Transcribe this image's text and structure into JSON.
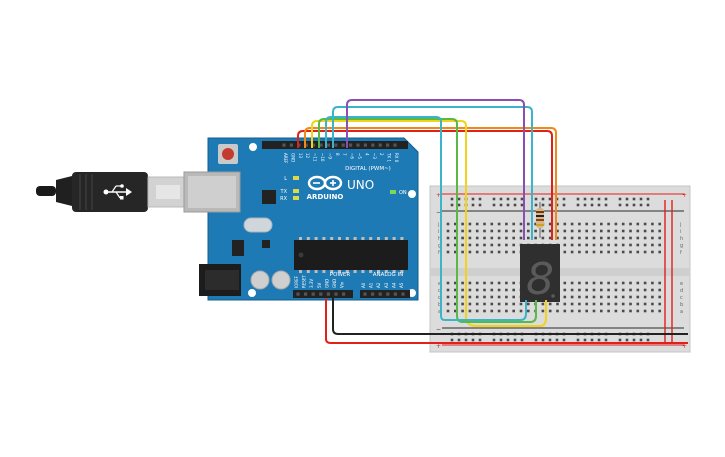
{
  "arduino": {
    "brand": "ARDUINO",
    "model": "UNO",
    "on_label": "ON",
    "l_label": "L",
    "tx_label": "TX",
    "rx_label": "RX",
    "digital_header": "DIGITAL (PWM~)",
    "power_header": "POWER",
    "analog_header": "ANALOG IN",
    "digital_pins": [
      "AREF",
      "GND",
      "13",
      "12",
      "~11",
      "~10",
      "~9",
      "8",
      "7",
      "~6",
      "~5",
      "4",
      "~3",
      "2",
      "TX 1",
      "RX 0"
    ],
    "power_pins": [
      "IOREF",
      "RESET",
      "3.3V",
      "5V",
      "GND",
      "GND",
      "Vin"
    ],
    "analog_pins": [
      "A0",
      "A1",
      "A2",
      "A3",
      "A4",
      "A5"
    ]
  },
  "breadboard": {
    "rail_plus": "+",
    "rail_minus": "−",
    "row_letters_top": [
      "j",
      "i",
      "h",
      "g",
      "f"
    ],
    "row_letters_bottom": [
      "e",
      "d",
      "c",
      "b",
      "a"
    ],
    "columns": 30
  },
  "display": {
    "digit": "8"
  },
  "wire_colors": {
    "red": "#e0201b",
    "orange": "#f08a16",
    "yellow": "#f2d318",
    "green": "#58b947",
    "cyan": "#3ab4c9",
    "purple": "#8a4fb5",
    "black": "#222222"
  }
}
